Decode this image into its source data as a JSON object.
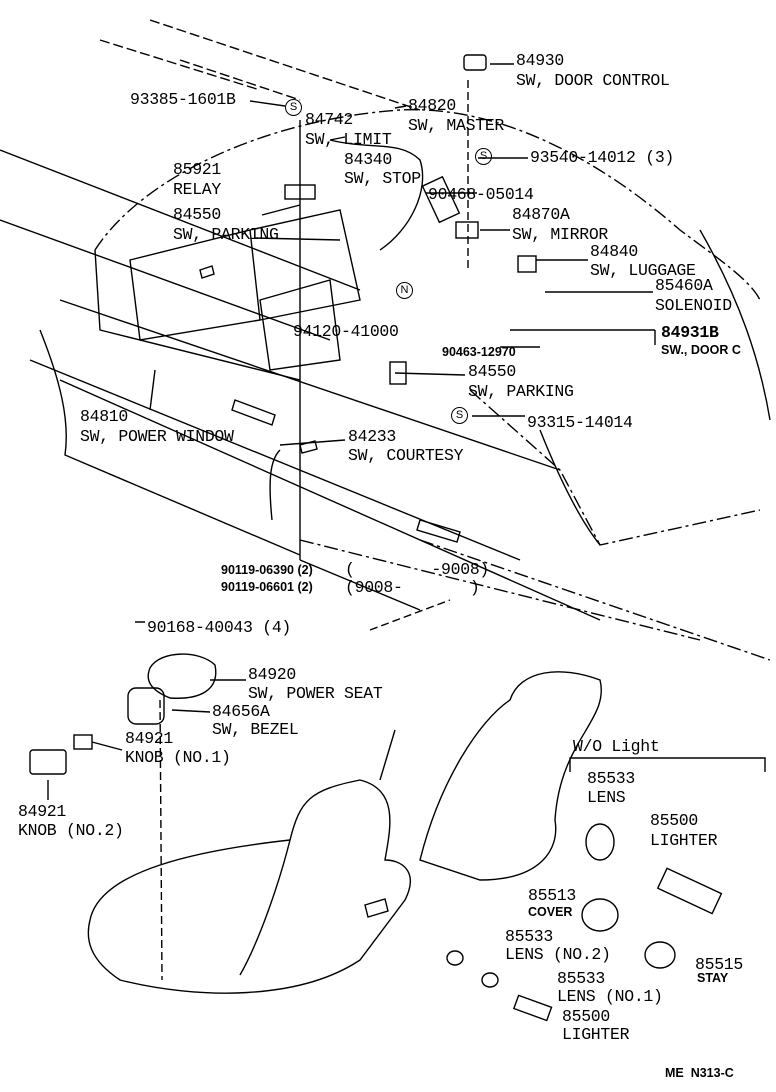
{
  "labels": [
    {
      "num": "84930",
      "name": "SW, DOOR CONTROL"
    },
    {
      "num": "93385-1601B"
    },
    {
      "num": "84820",
      "name": "SW, MASTER"
    },
    {
      "num": "84742",
      "name": "SW, LIMIT"
    },
    {
      "num": "85921",
      "name": "RELAY"
    },
    {
      "num": "84340",
      "name": "SW, STOP"
    },
    {
      "num": "93540-14012 (3)"
    },
    {
      "num": "90468-05014"
    },
    {
      "num": "84870A",
      "name": "SW, MIRROR"
    },
    {
      "num": "84550",
      "name": "SW, PARKING"
    },
    {
      "num": "84840",
      "name": "SW, LUGGAGE"
    },
    {
      "num": "85460A",
      "name": "SOLENOID"
    },
    {
      "num": "84931B",
      "name": "SW., DOOR C"
    },
    {
      "num": "90463-12970"
    },
    {
      "num": "94120-41000"
    },
    {
      "num": "84550",
      "name": "SW, PARKING"
    },
    {
      "num": "93315-14014"
    },
    {
      "num": "84810",
      "name": "SW, POWER WINDOW"
    },
    {
      "num": "84233",
      "name": "SW, COURTESY"
    },
    {
      "num": "90119-06390 (2)",
      "range": "(        -9008)"
    },
    {
      "num": "90119-06601 (2)",
      "range": "(9008-       )"
    },
    {
      "num": "90168-40043 (4)"
    },
    {
      "num": "84920",
      "name": "SW, POWER SEAT"
    },
    {
      "num": "84656A",
      "name": "SW, BEZEL"
    },
    {
      "num": "84921",
      "name": "KNOB (NO.1)"
    },
    {
      "num": "84921",
      "name": "KNOB (NO.2)"
    },
    {
      "num": "85533",
      "name": "LENS"
    },
    {
      "num": "85500",
      "name": "LIGHTER"
    },
    {
      "num": "85513",
      "name": "COVER"
    },
    {
      "num": "85533",
      "name": "LENS (NO.2)"
    },
    {
      "num": "85515",
      "name": "STAY"
    },
    {
      "num": "85533",
      "name": "LENS (NO.1)"
    },
    {
      "num": "85500",
      "name": "LIGHTER"
    }
  ],
  "group_label": "W/O Light",
  "symbols": {
    "s": "S",
    "n": "N"
  },
  "figure_code": "ME  N313-C"
}
